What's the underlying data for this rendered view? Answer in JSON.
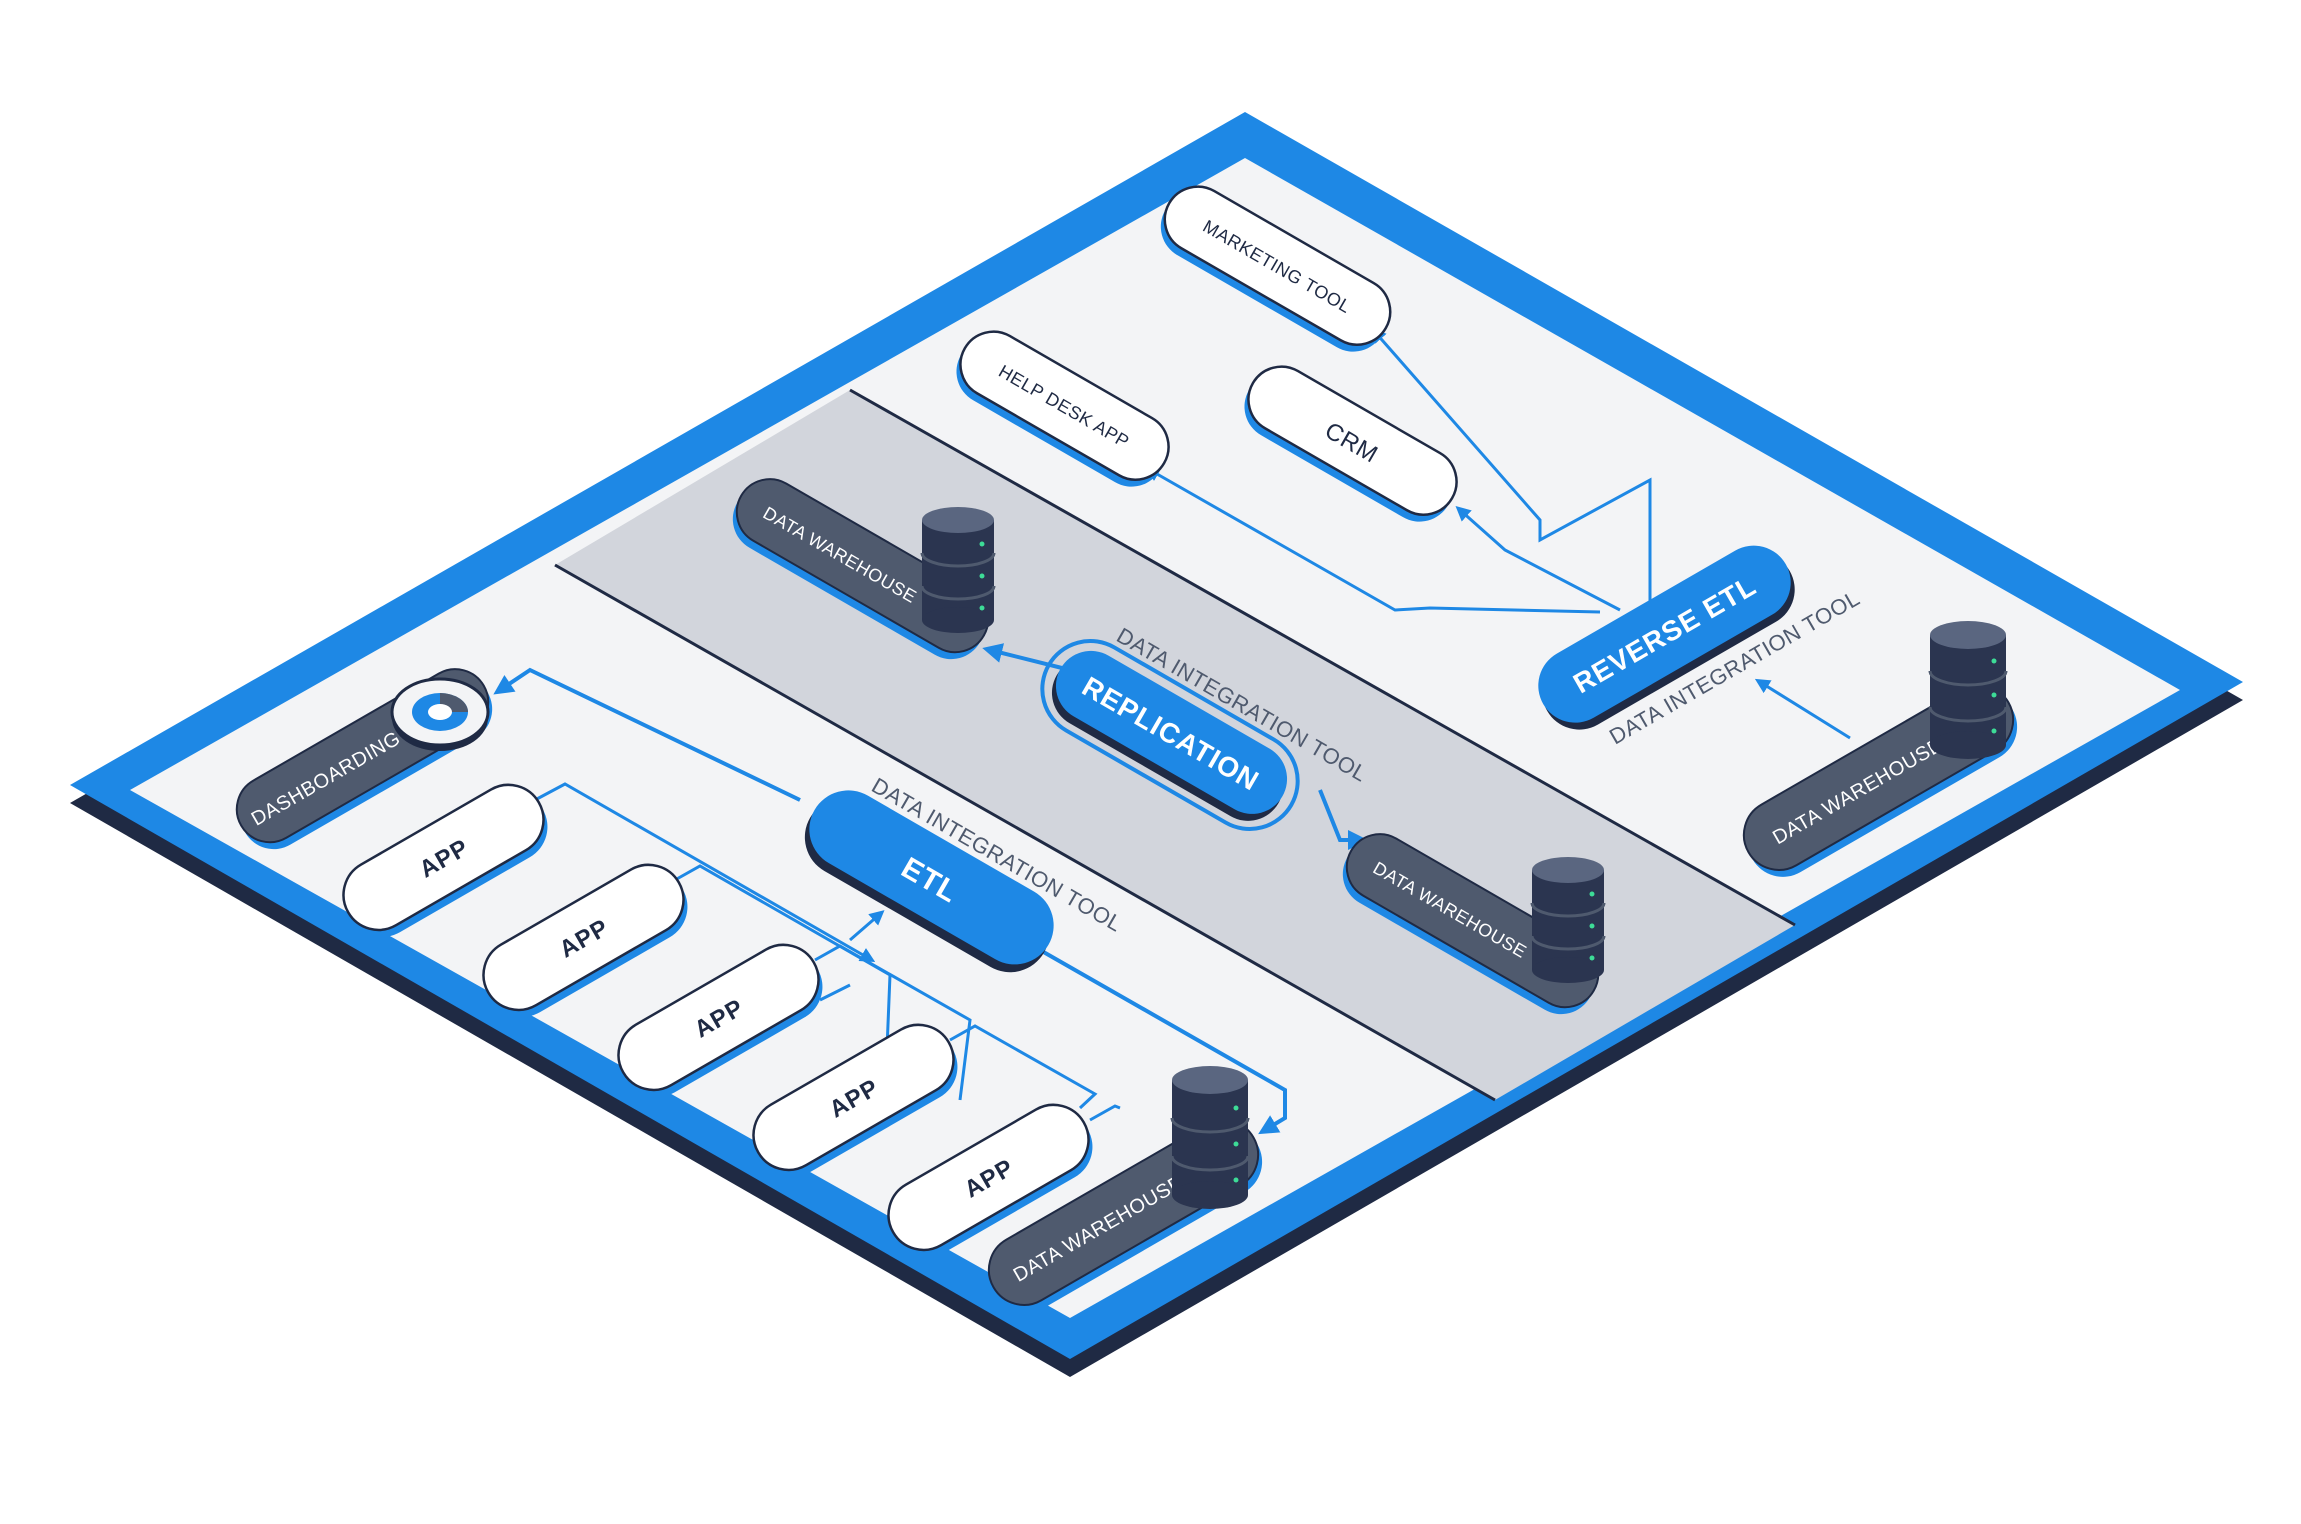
{
  "colors": {
    "blue": "#1e88e5",
    "dark": "#1f2a44",
    "slate": "#4f5a6e",
    "gray_band": "#d2d5dc",
    "panel": "#f3f4f6",
    "white": "#ffffff"
  },
  "sections": {
    "etl": {
      "tool_label": "DATA INTEGRATION TOOL",
      "tool_name": "ETL",
      "dashboard": "DASHBOARDING APP",
      "apps": [
        "APP",
        "APP",
        "APP",
        "APP",
        "APP"
      ],
      "warehouse": "DATA WAREHOUSE"
    },
    "replication": {
      "tool_label": "DATA INTEGRATION TOOL",
      "tool_name": "REPLICATION",
      "warehouse_source": "DATA WAREHOUSE",
      "warehouse_target": "DATA WAREHOUSE"
    },
    "reverse_etl": {
      "tool_label": "DATA INTEGRATION TOOL",
      "tool_name": "REVERSE ETL",
      "warehouse": "DATA WAREHOUSE",
      "targets": {
        "marketing": "MARKETING TOOL",
        "help_desk": "HELP DESK APP",
        "crm": "CRM"
      }
    }
  }
}
